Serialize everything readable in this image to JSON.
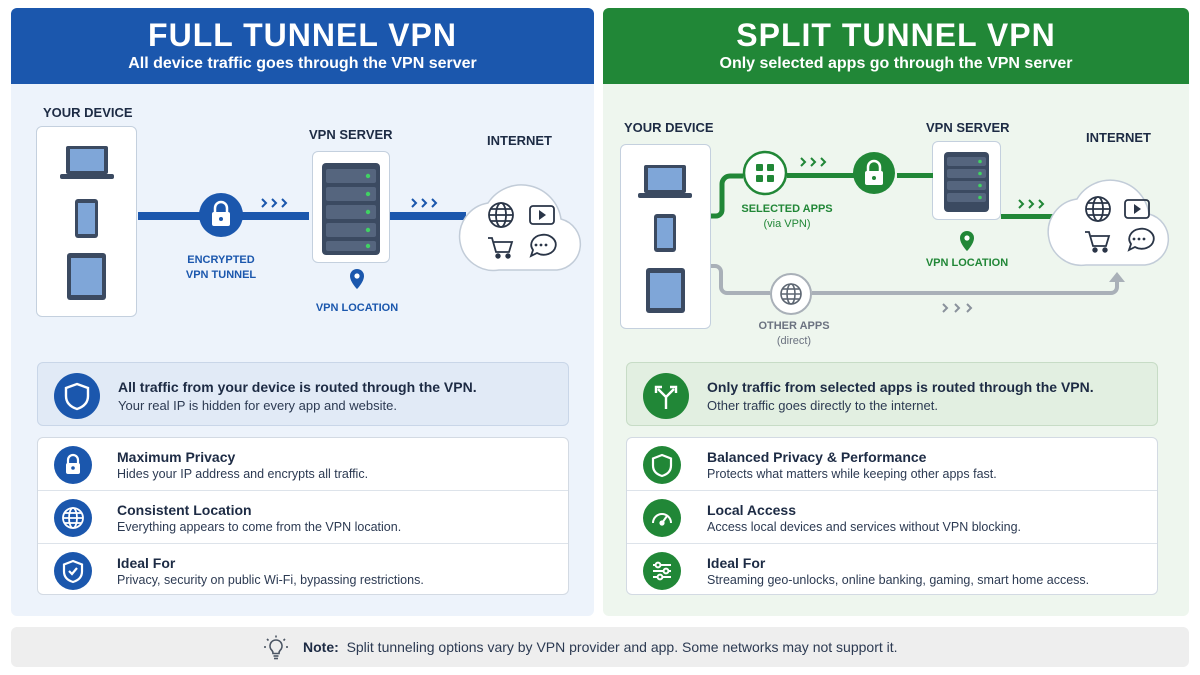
{
  "full": {
    "title": "FULL TUNNEL VPN",
    "subtitle": "All device traffic goes through the VPN server",
    "your_device": "YOUR DEVICE",
    "vpn_server": "VPN SERVER",
    "internet": "INTERNET",
    "tunnel_line1": "ENCRYPTED",
    "tunnel_line2": "VPN TUNNEL",
    "vpn_location": "VPN LOCATION",
    "summary_line1": "All traffic from your device is routed through the VPN.",
    "summary_line2": "Your real IP is hidden for every app and website.",
    "features": [
      {
        "title": "Maximum Privacy",
        "desc": "Hides your IP address and encrypts all traffic."
      },
      {
        "title": "Consistent Location",
        "desc": "Everything appears to come from the VPN location."
      },
      {
        "title": "Ideal For",
        "desc": "Privacy, security on public Wi-Fi, bypassing restrictions."
      }
    ]
  },
  "split": {
    "title": "SPLIT TUNNEL VPN",
    "subtitle": "Only selected apps go through the VPN server",
    "your_device": "YOUR DEVICE",
    "vpn_server": "VPN SERVER",
    "internet": "INTERNET",
    "selected_apps": "SELECTED APPS",
    "selected_apps_sub": "(via VPN)",
    "other_apps": "OTHER APPS",
    "other_apps_sub": "(direct)",
    "vpn_location": "VPN LOCATION",
    "summary_line1": "Only traffic from selected apps is routed through the VPN.",
    "summary_line2": "Other traffic goes directly to the internet.",
    "features": [
      {
        "title": "Balanced Privacy & Performance",
        "desc": "Protects what matters while keeping other apps fast."
      },
      {
        "title": "Local Access",
        "desc": "Access local devices and services without VPN blocking."
      },
      {
        "title": "Ideal For",
        "desc": "Streaming geo-unlocks, online banking, gaming, smart home access."
      }
    ]
  },
  "note": {
    "label": "Note:",
    "text": "Split tunneling options vary by VPN provider and app. Some networks may not support it."
  },
  "colors": {
    "full_accent": "#1b57ad",
    "split_accent": "#218737",
    "direct_path": "#a9b0b8"
  }
}
